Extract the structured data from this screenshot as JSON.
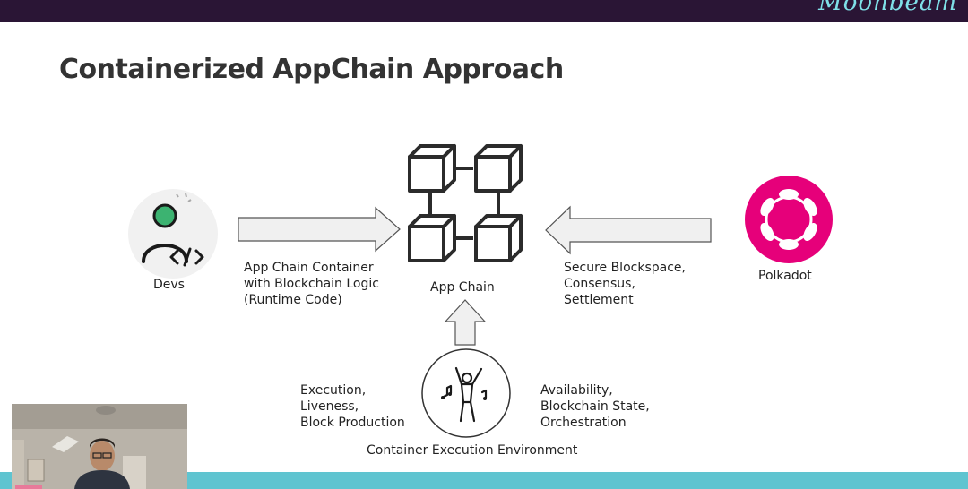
{
  "slide": {
    "title": "Containerized AppChain Approach",
    "brand": "Moonbeam"
  },
  "nodes": {
    "devs": {
      "label": "Devs",
      "icon": "developer-code-icon"
    },
    "app_chain": {
      "label": "App Chain",
      "icon": "blockchain-cubes-icon"
    },
    "polkadot": {
      "label": "Polkadot",
      "icon": "polkadot-logo-icon"
    },
    "container_env": {
      "label": "Container Execution Environment",
      "icon": "dancing-figure-icon"
    }
  },
  "edges": {
    "devs_to_chain": [
      "App Chain Container",
      "with Blockchain Logic",
      "(Runtime Code)"
    ],
    "polkadot_to_chain": [
      "Secure Blockspace,",
      "Consensus,",
      "Settlement"
    ],
    "env_left": [
      "Execution,",
      "Liveness,",
      "Block Production"
    ],
    "env_right": [
      "Availability,",
      "Blockchain State,",
      "Orchestration"
    ]
  },
  "colors": {
    "top_bar": "#2a1535",
    "bottom_bar": "#5fc4d0",
    "polkadot_pink": "#e6007a",
    "devs_green": "#3cb371",
    "arrow_fill": "#f0f0f0"
  },
  "webcam": {
    "icon": "presenter-video-feed"
  }
}
